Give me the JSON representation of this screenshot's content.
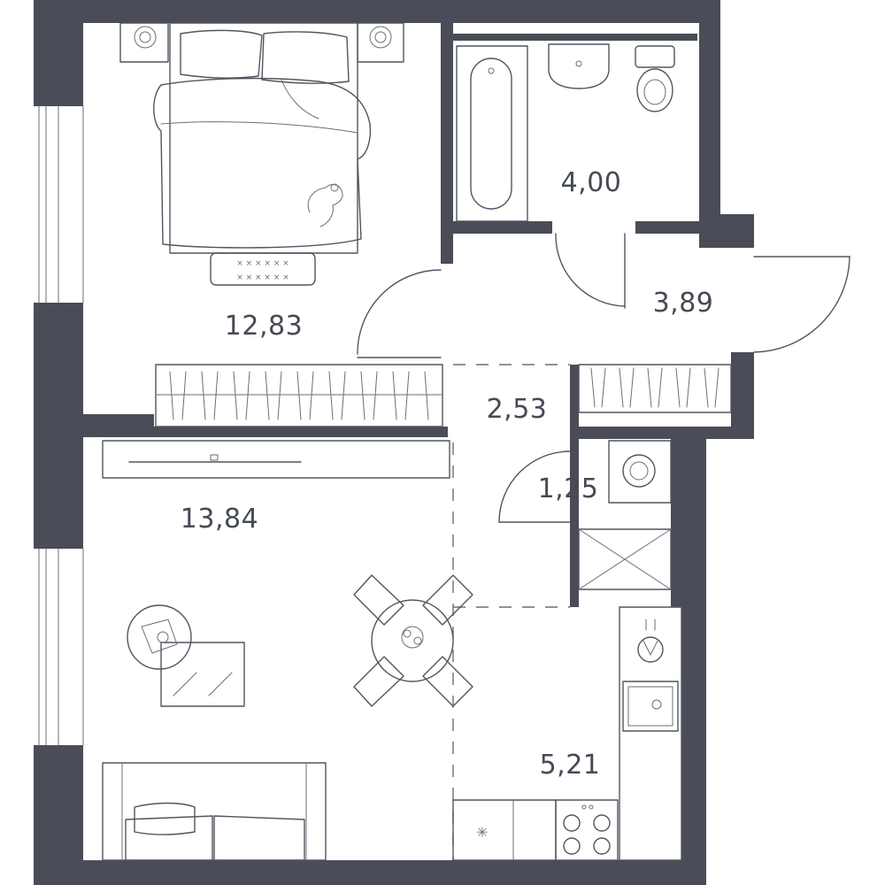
{
  "colors": {
    "wall": "#4a4d57",
    "line": "#51555f",
    "label": "#454a55",
    "background": "#ffffff"
  },
  "rooms": {
    "bedroom": {
      "area": "12,83"
    },
    "bathroom": {
      "area": "4,00"
    },
    "hall": {
      "area": "3,89"
    },
    "corridor": {
      "area": "2,53"
    },
    "laundry": {
      "area": "1,25"
    },
    "living": {
      "area": "13,84"
    },
    "kitchen": {
      "area": "5,21"
    }
  },
  "icons": [
    "bed-icon",
    "bathtub-icon",
    "washbasin-icon",
    "toilet-icon",
    "wardrobe-icon",
    "tv-icon",
    "washing-machine-icon",
    "dining-table-icon",
    "coffee-table-icon",
    "sofa-icon",
    "kitchen-sink-icon",
    "stove-icon"
  ]
}
